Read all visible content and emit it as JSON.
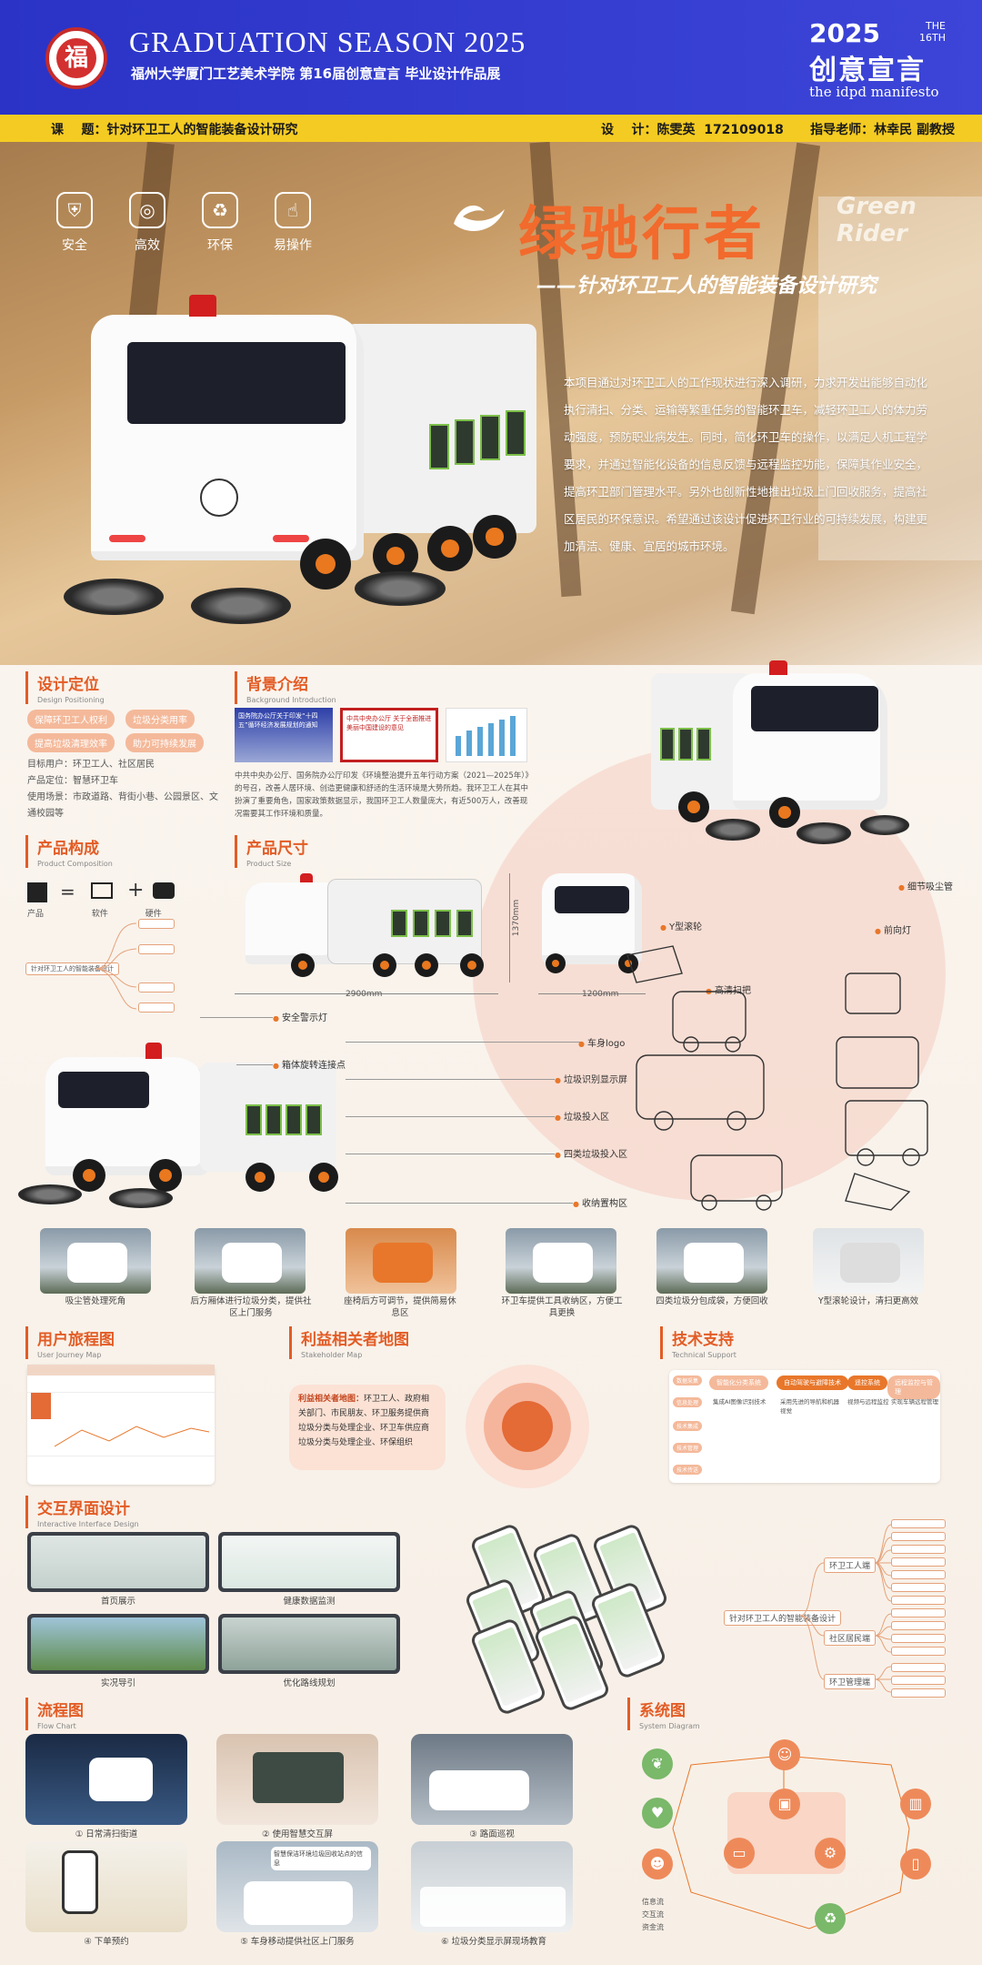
{
  "header": {
    "logo_glyph": "福",
    "title": "GRADUATION SEASON 2025",
    "subtitle": "福州大学厦门工艺美术学院  第16届创意宣言  毕业设计作品展",
    "brand_year": "2025",
    "brand_ordinal": "THE\n16TH",
    "brand_cn": "创意宣言",
    "brand_en": "the idpd manifesto"
  },
  "infobar": {
    "topic": "课    题：针对环卫工人的智能装备设计研究",
    "designer": "设    计：陈雯英  172109018      指导老师：林幸民 副教授"
  },
  "hero": {
    "icons": [
      {
        "icon": "shield-icon",
        "label": "安全"
      },
      {
        "icon": "target-icon",
        "label": "高效"
      },
      {
        "icon": "recycle-icon",
        "label": "环保"
      },
      {
        "icon": "hand-icon",
        "label": "易操作"
      }
    ],
    "title_cn": "绿驰行者",
    "title_en": "Green\nRider",
    "subtitle": "——针对环卫工人的智能装备设计研究",
    "description": "本项目通过对环卫工人的工作现状进行深入调研，力求开发出能够自动化执行清扫、分类、运输等繁重任务的智能环卫车，减轻环卫工人的体力劳动强度，预防职业病发生。同时，简化环卫车的操作，以满足人机工程学要求，并通过智能化设备的信息反馈与远程监控功能，保障其作业安全，提高环卫部门管理水平。另外也创新性地推出垃圾上门回收服务，提高社区居民的环保意识。希望通过该设计促进环卫行业的可持续发展，构建更加清洁、健康、宜居的城市环境。"
  },
  "positioning": {
    "title": "设计定位",
    "en": "Design Positioning",
    "tags": [
      "保障环卫工人权利",
      "垃圾分类用率",
      "提高垃圾清理效率",
      "助力可持续发展"
    ],
    "lines": [
      "目标用户：环卫工人、社区居民",
      "产品定位：智慧环卫车",
      "使用场景：市政道路、背街小巷、公园景区、文",
      "通校园等"
    ]
  },
  "background": {
    "title": "背景介绍",
    "en": "Background Introduction",
    "doc1": "国务院办公厅关于印发“十四五”循环经济发展规划的通知",
    "doc2": "中共中央办公厅 关于全面推进美丽中国建设的意见",
    "text": "中共中央办公厅、国务院办公厅印发《环境整治提升五年行动方案（2021—2025年）》的号召，改善人居环境、创造更健康和舒适的生活环境是大势所趋。我环卫工人在其中扮演了重要角色，国家政策数据显示，我国环卫工人数量庞大，有近500万人，改善现况需要其工作环境和质量。"
  },
  "composition": {
    "title": "产品构成",
    "en": "Product Composition",
    "parts": [
      "产品",
      "软件",
      "硬件"
    ],
    "root": "针对环卫工人的智能装备设计"
  },
  "size": {
    "title": "产品尺寸",
    "en": "Product Size",
    "length": "2900mm",
    "width": "1200mm",
    "height": "1370mm"
  },
  "callouts_top": [
    "细节吸尘管",
    "前向灯",
    "Y型滚轮",
    "高清扫把"
  ],
  "callouts_bottom": [
    "安全警示灯",
    "箱体旋转连接点",
    "车身logo",
    "垃圾识别显示屏",
    "垃圾投入区",
    "四类垃圾投入区",
    "收纳置构区"
  ],
  "features": [
    "吸尘管处理死角",
    "后方厢体进行垃圾分类，提供社区上门服务",
    "座椅后方可调节，提供简易休息区",
    "环卫车提供工具收纳区，方便工具更换",
    "四类垃圾分包成袋，方便回收",
    "Y型滚轮设计，清扫更高效"
  ],
  "journey": {
    "title": "用户旅程图",
    "en": "User Journey Map"
  },
  "stakeholder": {
    "title": "利益相关者地图",
    "en": "Stakeholder Map",
    "text_bold": "利益相关者地图：",
    "text": "环卫工人、政府相关部门、市民朋友、环卫服务提供商垃圾分类与处理企业、环卫车供应商垃圾分类与处理企业、环保组织"
  },
  "tech": {
    "title": "技术支持",
    "en": "Technical Support",
    "cols": [
      "智能化分类系统",
      "自动驾驶与避障技术",
      "遥控系统",
      "远程监控与管理"
    ],
    "rows": [
      "数据采集",
      "信息处理",
      "技术集成",
      "技术管理",
      "技术传送"
    ],
    "cells": [
      "集成AI图像识别技术",
      "采用先进的导航和机器视觉",
      "视频与远程监控",
      "实现车辆远程管理"
    ]
  },
  "ui": {
    "title": "交互界面设计",
    "en": "Interactive Interface Design",
    "screens": [
      "首页展示",
      "健康数据监测",
      "实况导引",
      "优化路线规划"
    ],
    "mindmap_root": "针对环卫工人的智能装备设计",
    "mindmap_branches": [
      "环卫工人端",
      "社区居民端",
      "环卫管理端"
    ]
  },
  "flow": {
    "title": "流程图",
    "en": "Flow Chart",
    "steps": [
      "① 日常清扫街道",
      "② 使用智慧交互屏",
      "③ 路面巡视",
      "④ 下单预约",
      "⑤ 车身移动提供社区上门服务",
      "⑥ 垃圾分类显示屏现场教育"
    ],
    "bubble": "智慧保洁环境垃圾回收站点的信息"
  },
  "system": {
    "title": "系统图",
    "en": "System Diagram",
    "legend": [
      "信息流",
      "交互流",
      "资金流"
    ]
  },
  "colors": {
    "header_blue": "#2f38cc",
    "accent_orange": "#e35c25",
    "info_yellow": "#f4cb22"
  }
}
